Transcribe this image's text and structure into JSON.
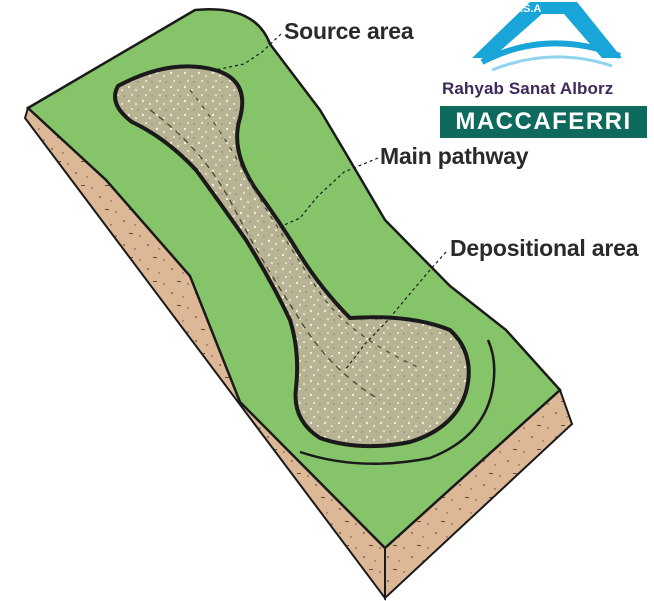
{
  "labels": {
    "source_area": "Source area",
    "main_pathway": "Main pathway",
    "depositional_area": "Depositional area"
  },
  "logo": {
    "company": "Rahyab Sanat Alborz",
    "brand": "MACCAFERRI",
    "mark_text": "R.S.A"
  },
  "colors": {
    "grass": "#86c46a",
    "soil": "#dcb896",
    "debris": "#b8b394",
    "outline": "#1a1a1a",
    "logo_blue": "#1aa5d8",
    "logo_purple": "#3f2a5c",
    "logo_green": "#0f6a5e"
  }
}
